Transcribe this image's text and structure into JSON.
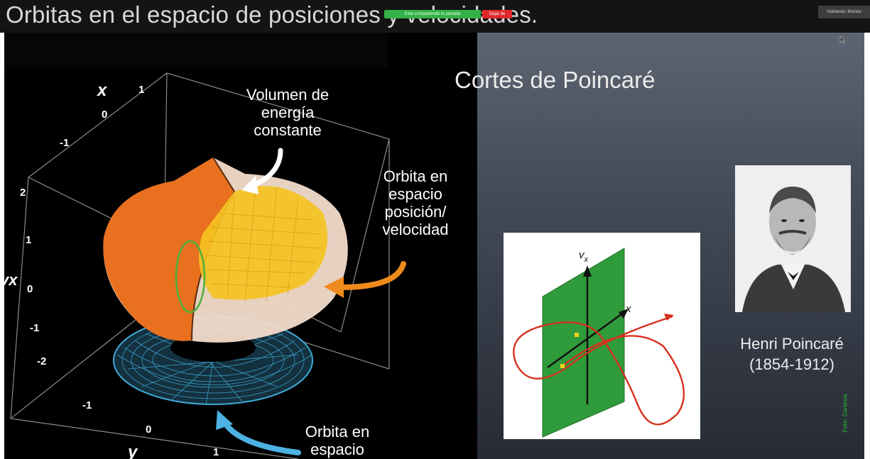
{
  "slide": {
    "title": "Orbitas en el espacio de posiciones y velocidades.",
    "section_title": "Cortes de Poincaré"
  },
  "screen_share_bar": {
    "sharing_label": "Está compartiendo la pantalla",
    "stop_label": "Dejar de"
  },
  "speaker_badge": "Hablando: Brenda",
  "figure_3d": {
    "axis_x": "x",
    "axis_y": "y",
    "axis_vx": "vx",
    "ticks_x": [
      "1",
      "0",
      "-1"
    ],
    "ticks_vx": [
      "2",
      "1",
      "0",
      "-1",
      "-2"
    ],
    "ticks_y": [
      "-1",
      "0",
      "1"
    ],
    "label_volume_lines": [
      "Volumen de",
      "energía",
      "constante"
    ],
    "label_orbit_pv_lines": [
      "Orbita en",
      "espacio",
      "posición/",
      "velocidad"
    ],
    "label_orbit_space_lines": [
      "Orbita en",
      "espacio"
    ],
    "colors": {
      "energy_volume": "#e8701f",
      "orbit_pv": "#f5c222",
      "orbit_space": "#3fa9d6",
      "arrow_white": "#ffffff",
      "arrow_orange": "#ef8a1c",
      "arrow_blue": "#4cb2e2"
    }
  },
  "poincare_diagram": {
    "axis_vx_main": "v",
    "axis_vx_sub": "x",
    "axis_x": "x",
    "colors": {
      "plane": "#2f9b3a",
      "curve": "#d7301f",
      "points": "#f2d31b"
    }
  },
  "portrait": {
    "name": "Henri Poincaré",
    "years": "(1854-1912)"
  },
  "credit": "Foto: Cortesía"
}
